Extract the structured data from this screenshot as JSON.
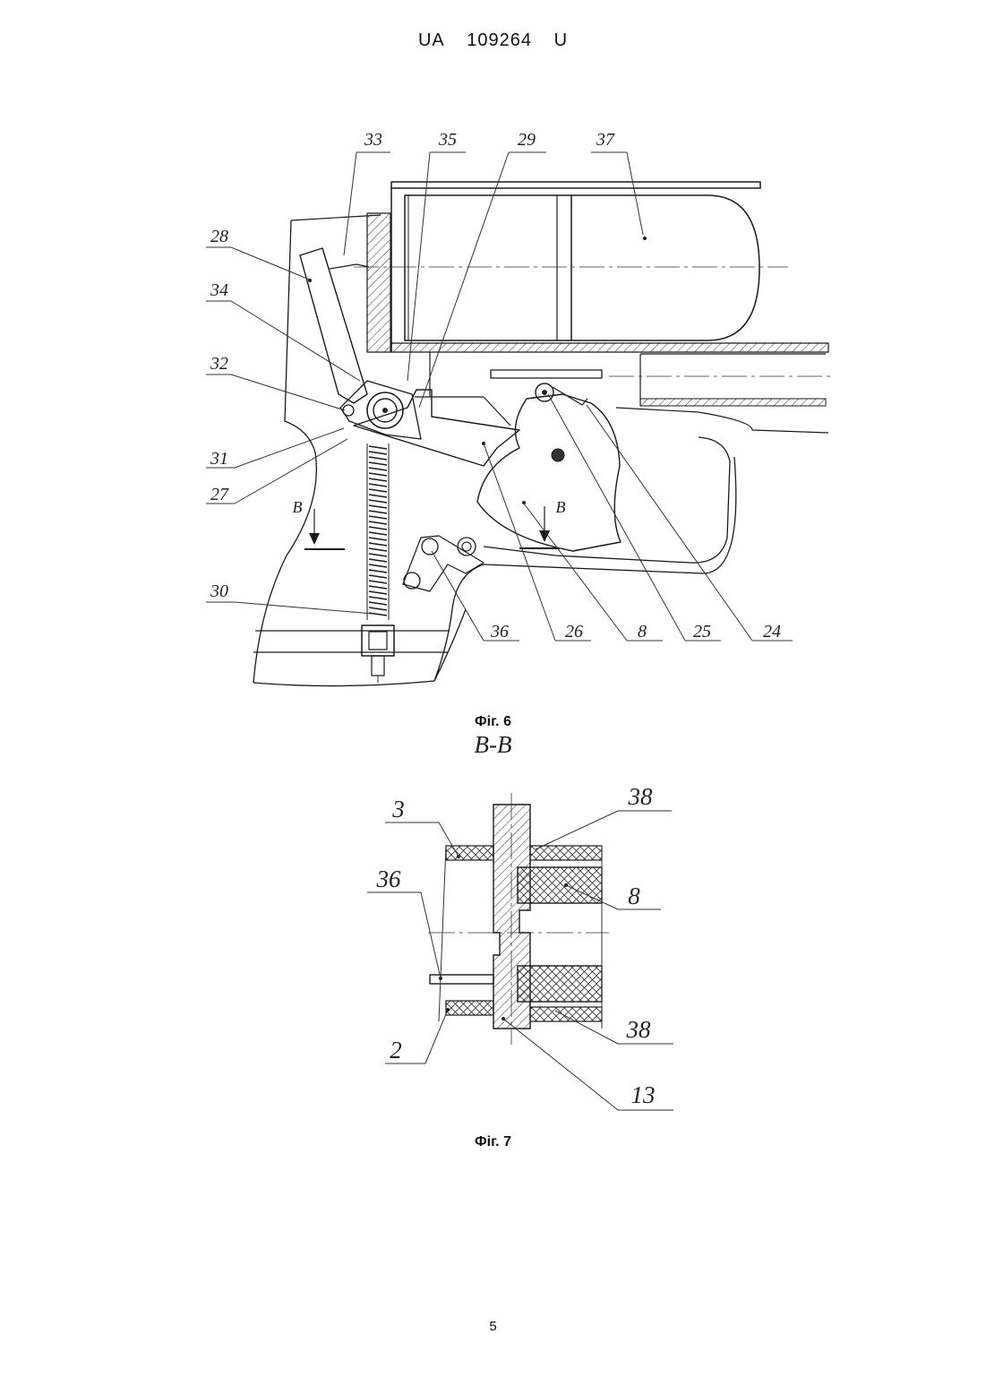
{
  "header": {
    "country": "UA",
    "number": "109264",
    "kind": "U"
  },
  "figures": {
    "fig6": {
      "caption": "Фіг. 6",
      "labels": [
        "33",
        "35",
        "29",
        "37",
        "28",
        "34",
        "32",
        "31",
        "27",
        "30",
        "36",
        "26",
        "8",
        "25",
        "24"
      ],
      "section_marks": [
        "B",
        "B"
      ]
    },
    "fig7": {
      "section_title": "B-B",
      "caption": "Фіг. 7",
      "labels": [
        "3",
        "38",
        "36",
        "8",
        "38",
        "2",
        "13"
      ]
    }
  },
  "page_number": "5"
}
